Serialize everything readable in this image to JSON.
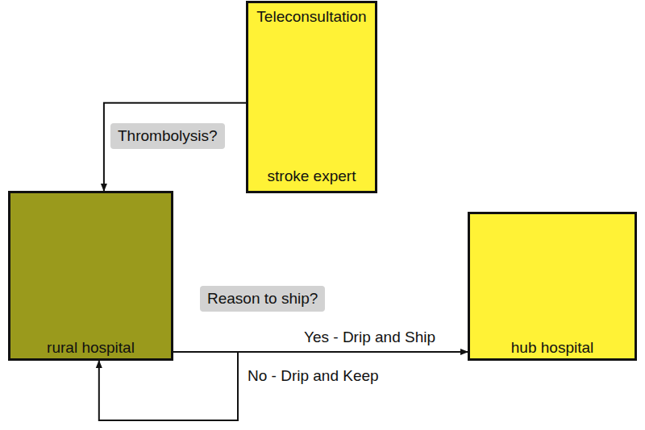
{
  "diagram": {
    "nodes": [
      {
        "text": [
          "Teleconsultation",
          "stroke expert"
        ]
      },
      {
        "text": [
          "rural hospital"
        ]
      },
      {
        "text": [
          "hub hospital"
        ]
      }
    ],
    "edges": [
      {
        "from": 0,
        "to": 1,
        "arrow": "to",
        "label": "Thrombolysis?"
      },
      {
        "from": 1,
        "to": 2,
        "arrow": "to",
        "label": "Yes - Drip and Ship"
      },
      {
        "from": 1,
        "to": 1,
        "arrow": "to",
        "label": "No - Drip and Keep"
      }
    ],
    "labels": [
      "Reason to ship?"
    ]
  }
}
